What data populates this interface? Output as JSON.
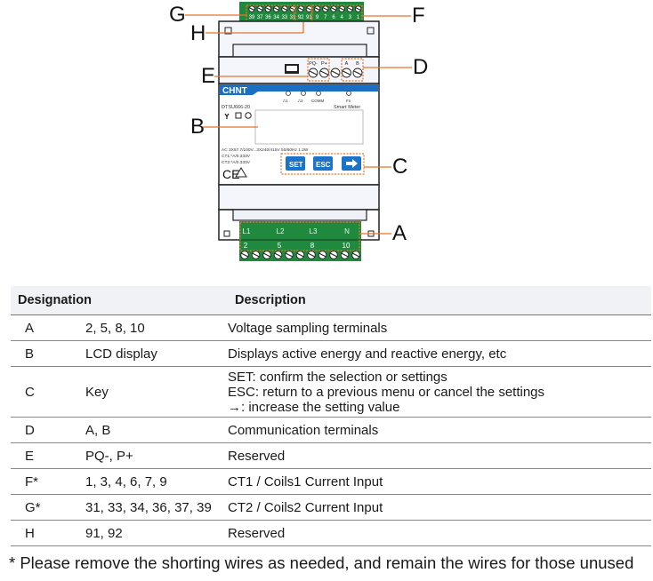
{
  "diagram": {
    "brand": "CHNT",
    "model": "DTSU666-20",
    "product_type": "Smart Meter",
    "indicators": [
      "⎍1",
      "⎍2",
      "COMM",
      "Fn"
    ],
    "spec_lines": [
      "AC 3X57.7/100V...3X240/415V  50/60Hz  1.2W",
      "CT1:*A/0.333V",
      "CT2:*A/0.333V"
    ],
    "buttons": {
      "set": "SET",
      "esc": "ESC",
      "arrow": "➔"
    },
    "top_terminals": [
      "39",
      "37",
      "36",
      "34",
      "33",
      "31",
      "92",
      "91",
      "9",
      "7",
      "6",
      "4",
      "3",
      "1"
    ],
    "comm_terminals": [
      "PQ-",
      "P+",
      "",
      "A",
      "B"
    ],
    "bottom_phase_labels": [
      "L1",
      "L2",
      "L3",
      "N"
    ],
    "bottom_terminal_numbers": [
      "2",
      "5",
      "8",
      "10"
    ],
    "callouts": {
      "A": "A",
      "B": "B",
      "C": "C",
      "D": "D",
      "E": "E",
      "F": "F",
      "G": "G",
      "H": "H"
    },
    "colors": {
      "terminal_green": "#1f8a3e",
      "brand_blue": "#1a6fc4",
      "callout_orange": "#e8752a",
      "button_blue": "#1b74c9"
    }
  },
  "table": {
    "headers": [
      "Designation",
      "Description"
    ],
    "rows": [
      {
        "id": "A",
        "terminals": "2, 5, 8, 10",
        "description": [
          "Voltage sampling terminals"
        ]
      },
      {
        "id": "B",
        "terminals": "LCD display",
        "description": [
          "Displays active energy and reactive energy, etc"
        ]
      },
      {
        "id": "C",
        "terminals": "Key",
        "description": [
          "SET: confirm the selection or settings",
          "ESC: return to a previous menu or cancel the settings",
          "→: increase the setting value"
        ]
      },
      {
        "id": "D",
        "terminals": "A, B",
        "description": [
          "Communication terminals"
        ]
      },
      {
        "id": "E",
        "terminals": "PQ-, P+",
        "description": [
          "Reserved"
        ]
      },
      {
        "id": "F*",
        "terminals": "1, 3, 4, 6, 7, 9",
        "description": [
          "CT1 / Coils1 Current Input"
        ]
      },
      {
        "id": "G*",
        "terminals": "31, 33, 34, 36, 37, 39",
        "description": [
          "CT2 / Coils2 Current Input"
        ]
      },
      {
        "id": "H",
        "terminals": "91, 92",
        "description": [
          "Reserved"
        ]
      }
    ]
  },
  "footnote": "* Please remove the shorting wires as needed, and remain the wires for those unused"
}
